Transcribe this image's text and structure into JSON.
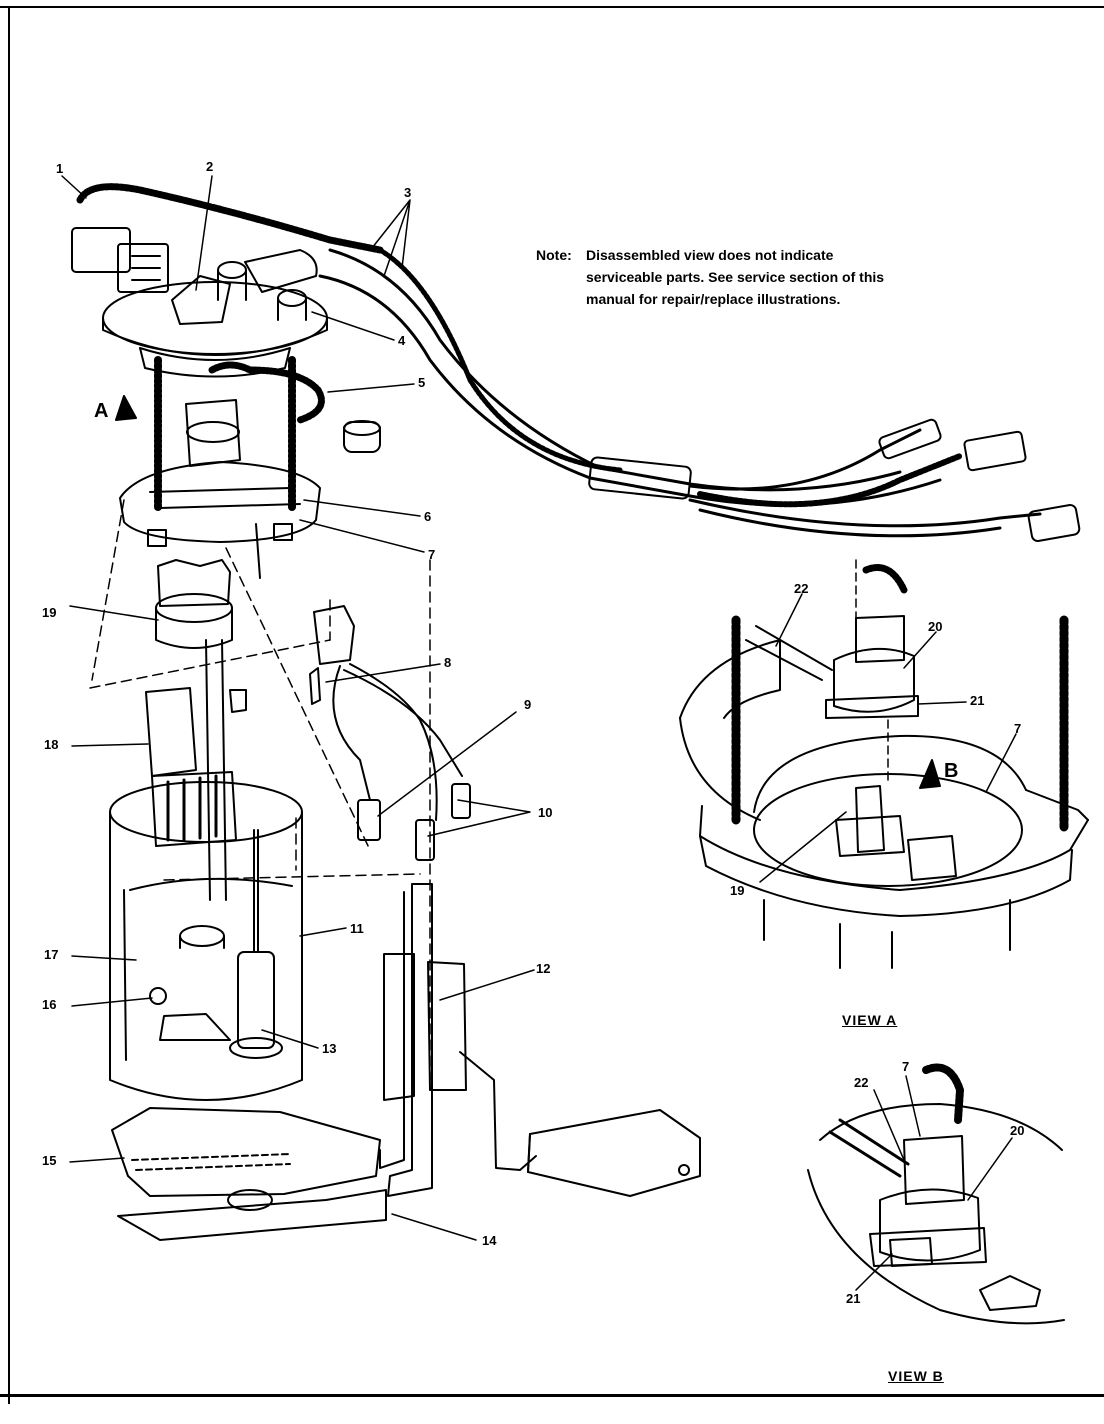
{
  "note": {
    "label": "Note:",
    "line1": "Disassembled view does not indicate",
    "line2": "serviceable parts. See service section of this",
    "line3": "manual for repair/replace illustrations."
  },
  "views": {
    "view_a": "VIEW A",
    "view_b": "VIEW B"
  },
  "arrows": {
    "a": "A",
    "b": "B"
  },
  "callouts": {
    "c1": "1",
    "c2": "2",
    "c3": "3",
    "c4": "4",
    "c5": "5",
    "c6": "6",
    "c7": "7",
    "c8": "8",
    "c9": "9",
    "c10": "10",
    "c11": "11",
    "c12": "12",
    "c13": "13",
    "c14": "14",
    "c15": "15",
    "c16": "16",
    "c17": "17",
    "c18": "18",
    "c19": "19",
    "va19": "19",
    "va20": "20",
    "va21": "21",
    "va22": "22",
    "va7": "7",
    "vb7": "7",
    "vb20": "20",
    "vb21": "21",
    "vb22": "22"
  }
}
